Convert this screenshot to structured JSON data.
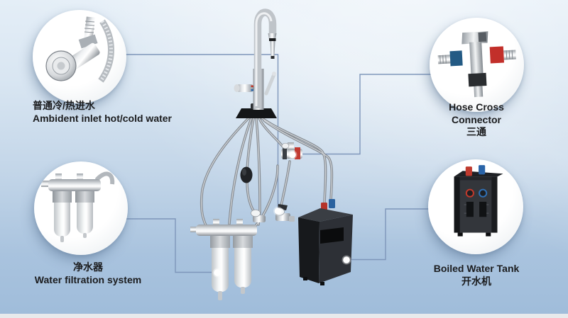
{
  "callouts": {
    "ambient_inlet": {
      "label_zh": "普通冷/热进水",
      "label_en": "Ambident inlet hot/cold water",
      "image": "angle-valve-photo"
    },
    "water_filtration": {
      "label_zh": "净水器",
      "label_en": "Water filtration system",
      "image": "dual-filter-cartridges-photo"
    },
    "hose_cross_connector": {
      "label_en_line1": "Hose Cross",
      "label_en_line2": "Connector",
      "label_zh": "三通",
      "image": "cross-connector-photo"
    },
    "boiled_water_tank": {
      "label_en": "Boiled Water Tank",
      "label_zh": "开水机",
      "image": "black-tank-photo"
    }
  },
  "center_illustration": "faucet-with-filter-and-boiler-system",
  "colors": {
    "callout_line": "#7e96ba",
    "hot_red": "#c0392b",
    "cold_blue": "#2a64a8",
    "background_top": "#e4eef7",
    "background_bottom": "#9fbcda",
    "footer_strip": "#e8eaec"
  }
}
